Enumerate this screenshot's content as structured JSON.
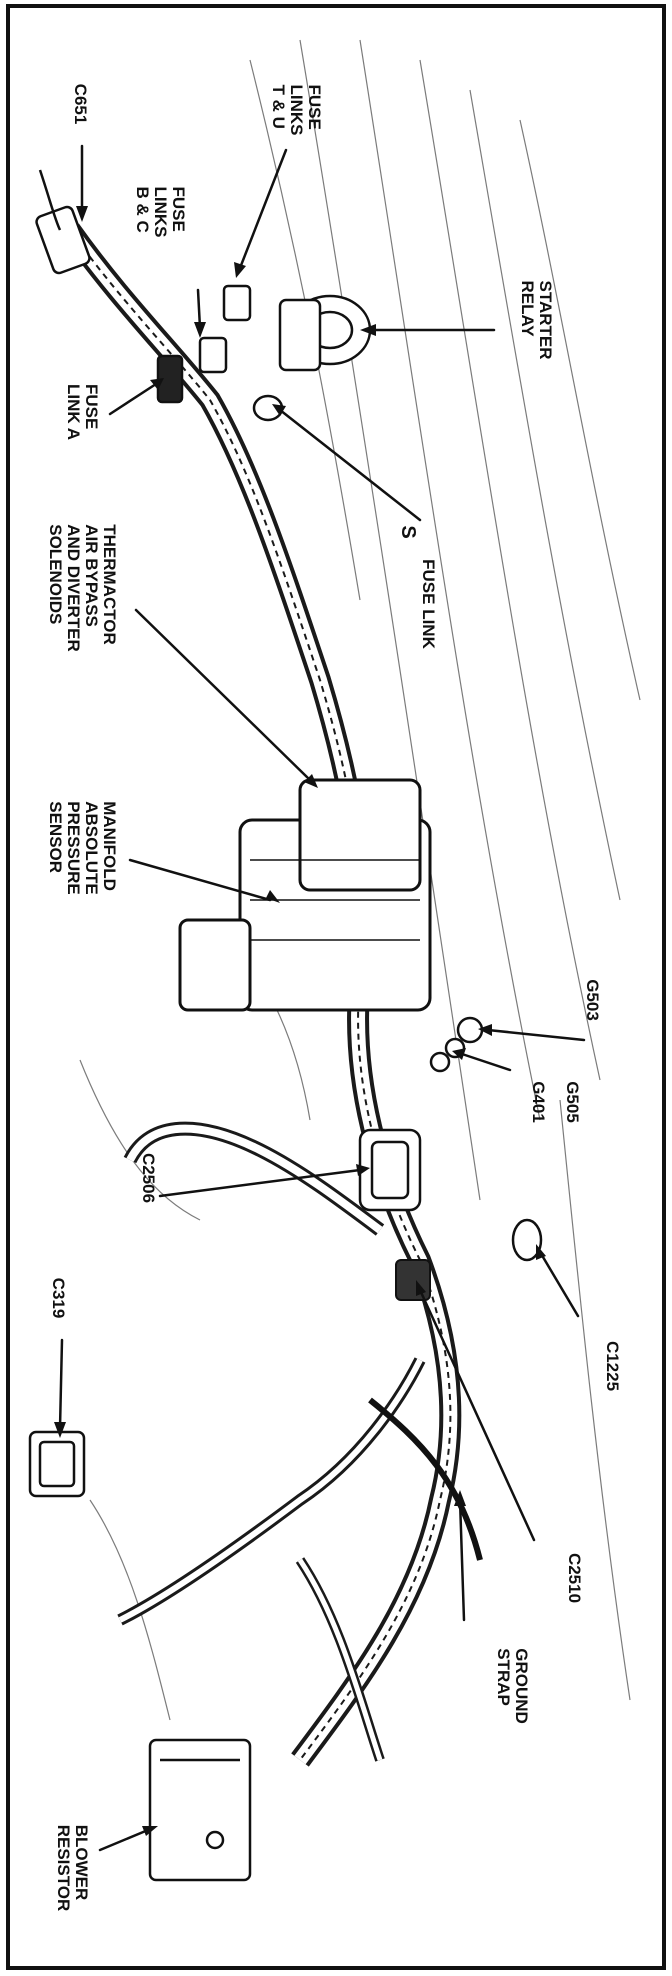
{
  "colors": {
    "ink": "#111111",
    "paper": "#ffffff",
    "wire": "#1a1a1a"
  },
  "callouts": {
    "c651": [
      "C651"
    ],
    "fuse_links_tu": [
      "FUSE",
      "LINKS",
      "T & U"
    ],
    "fuse_links_bc": [
      "FUSE",
      "LINKS",
      "B & C"
    ],
    "starter_relay": [
      "STARTER",
      "RELAY"
    ],
    "fuse_link_a": [
      "FUSE",
      "LINK A"
    ],
    "thermactor": [
      "THERMACTOR",
      "AIR BYPASS",
      "AND DIVERTER",
      "SOLENOIDS"
    ],
    "s_mark": [
      "S"
    ],
    "fuse_link": [
      "FUSE LINK"
    ],
    "map_sensor": [
      "MANIFOLD",
      "ABSOLUTE",
      "PRESSURE",
      "SENSOR"
    ],
    "g503": [
      "G503"
    ],
    "g505": [
      "G505"
    ],
    "g401": [
      "G401"
    ],
    "c2506": [
      "C2506"
    ],
    "c319": [
      "C319"
    ],
    "c1225": [
      "C1225"
    ],
    "c2510": [
      "C2510"
    ],
    "ground_strap": [
      "GROUND",
      "STRAP"
    ],
    "blower_resistor": [
      "BLOWER",
      "RESISTOR"
    ]
  }
}
